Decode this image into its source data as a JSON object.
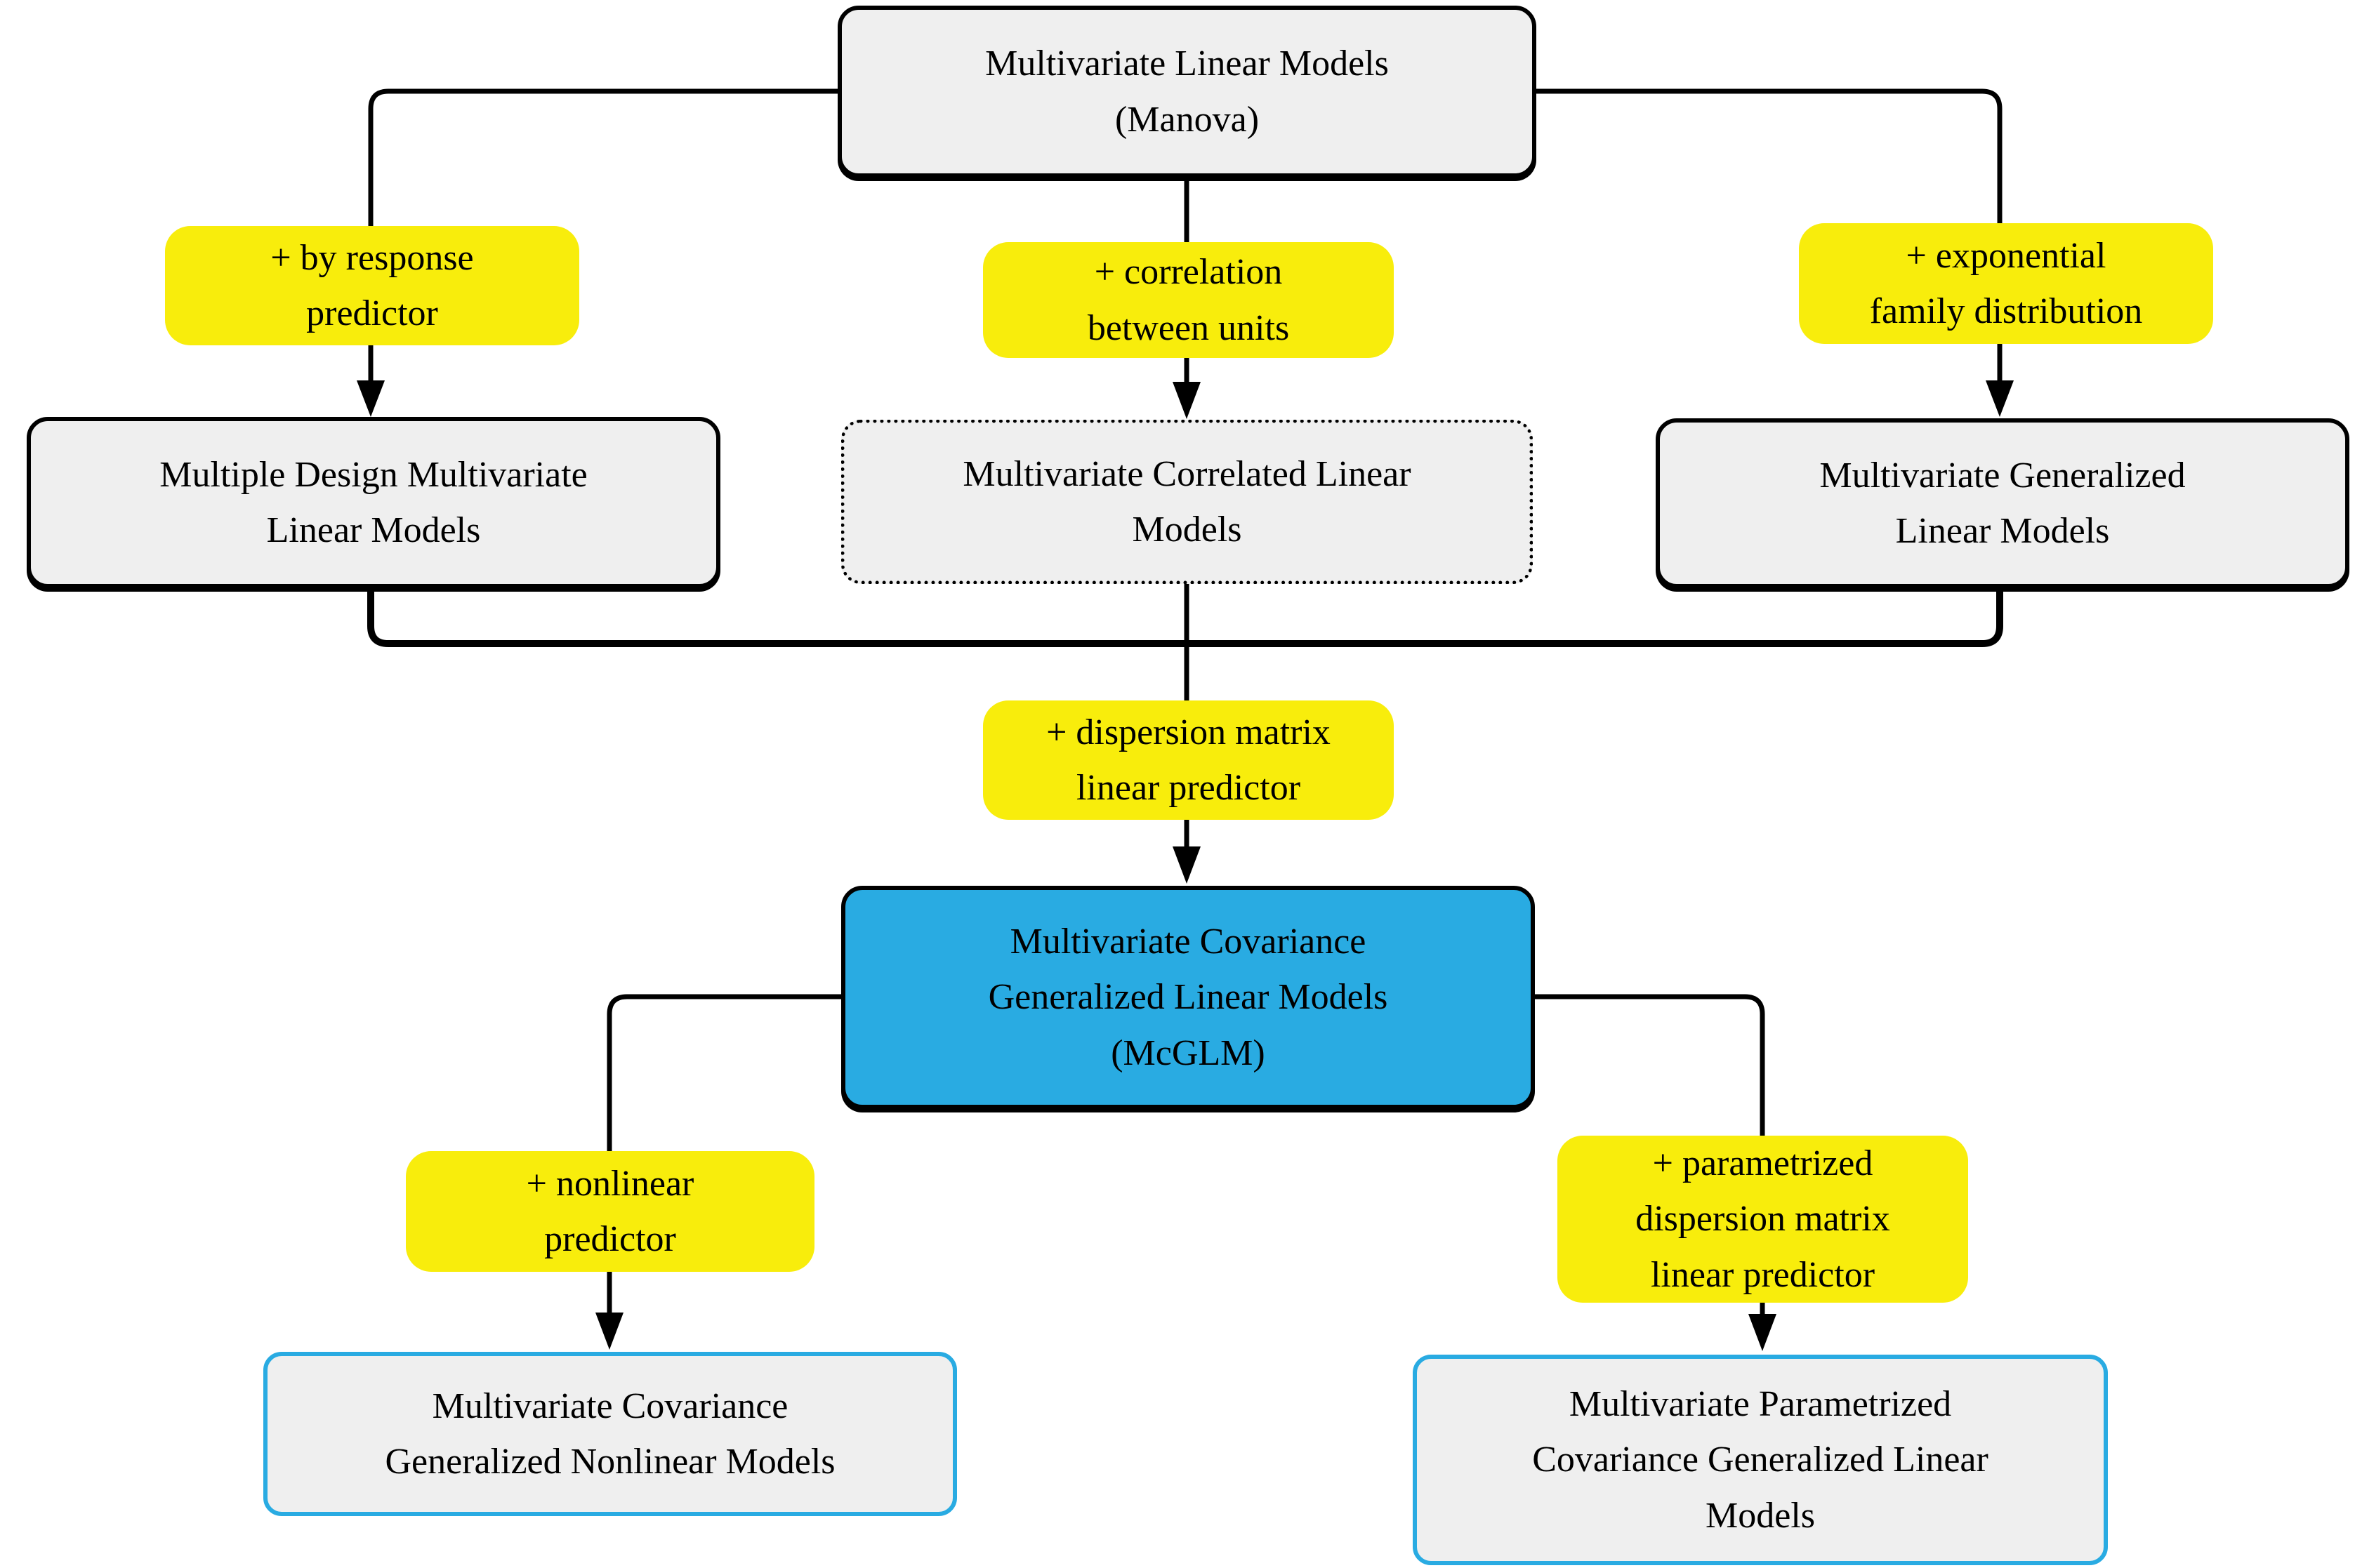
{
  "colors": {
    "accent-yellow": "#F8ED0C",
    "accent-blue": "#29ABE2",
    "node-fill": "#EFEFEF",
    "line-color": "#000000"
  },
  "nodes": {
    "manova": {
      "lines": [
        "Multivariate Linear Models",
        "(Manova)"
      ]
    },
    "multiple_design": {
      "lines": [
        "Multiple Design Multivariate",
        "Linear Models"
      ]
    },
    "correlated": {
      "lines": [
        "Multivariate Correlated Linear",
        "Models"
      ]
    },
    "generalized": {
      "lines": [
        "Multivariate Generalized",
        "Linear Models"
      ]
    },
    "mcglm": {
      "lines": [
        "Multivariate Covariance",
        "Generalized Linear Models",
        "(McGLM)"
      ]
    },
    "nonlinear_models": {
      "lines": [
        "Multivariate Covariance",
        "Generalized Nonlinear Models"
      ]
    },
    "parametrized_models": {
      "lines": [
        "Multivariate Parametrized",
        "Covariance Generalized Linear",
        "Models"
      ]
    }
  },
  "labels": {
    "by_response": {
      "lines": [
        "+ by response",
        "predictor"
      ]
    },
    "correlation": {
      "lines": [
        "+ correlation",
        "between units"
      ]
    },
    "exponential": {
      "lines": [
        "+ exponential",
        "family distribution"
      ]
    },
    "dispersion": {
      "lines": [
        "+ dispersion matrix",
        "linear predictor"
      ]
    },
    "nonlinear": {
      "lines": [
        "+ nonlinear",
        "predictor"
      ]
    },
    "parametrized": {
      "lines": [
        "+ parametrized",
        "dispersion matrix",
        "linear predictor"
      ]
    }
  }
}
